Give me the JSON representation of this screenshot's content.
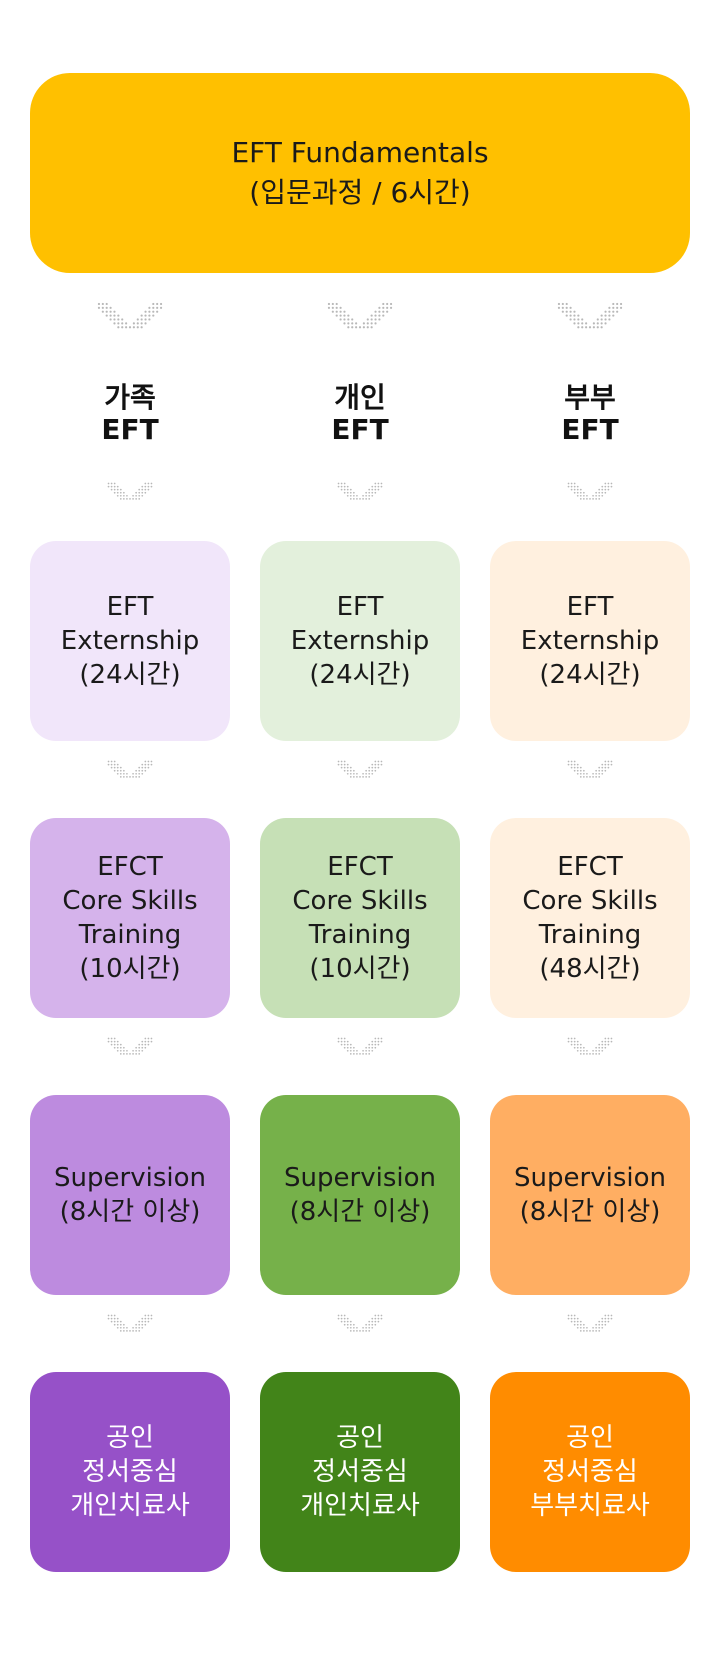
{
  "top_box": {
    "line1": "EFT Fundamentals",
    "line2": "(입문과정 / 6시간)",
    "color": "#FFC000"
  },
  "tracks": [
    {
      "heading": [
        "가족",
        "EFT"
      ],
      "stages": [
        {
          "lines": [
            "EFT",
            "Externship",
            "(24시간)"
          ],
          "color": "#F1E6FA"
        },
        {
          "lines": [
            "EFCT",
            "Core Skills",
            "Training",
            "(10시간)"
          ],
          "color": "#D5B3EB"
        },
        {
          "lines": [
            "Supervision",
            "(8시간 이상)"
          ],
          "color": "#BD8BDF"
        },
        {
          "lines": [
            "공인",
            "정서중심",
            "개인치료사"
          ],
          "color": "#9651C8",
          "text_color": "#FFFFFF"
        }
      ]
    },
    {
      "heading": [
        "개인",
        "EFT"
      ],
      "stages": [
        {
          "lines": [
            "EFT",
            "Externship",
            "(24시간)"
          ],
          "color": "#E3F0DC"
        },
        {
          "lines": [
            "EFCT",
            "Core Skills",
            "Training",
            "(10시간)"
          ],
          "color": "#C6E0B6"
        },
        {
          "lines": [
            "Supervision",
            "(8시간 이상)"
          ],
          "color": "#76B14A"
        },
        {
          "lines": [
            "공인",
            "정서중심",
            "개인치료사"
          ],
          "color": "#428419",
          "text_color": "#FFFFFF"
        }
      ]
    },
    {
      "heading": [
        "부부",
        "EFT"
      ],
      "stages": [
        {
          "lines": [
            "EFT",
            "Externship",
            "(24시간)"
          ],
          "color": "#FFF0DF"
        },
        {
          "lines": [
            "EFCT",
            "Core Skills",
            "Training",
            "(48시간)"
          ],
          "color": "#FFF0DF"
        },
        {
          "lines": [
            "Supervision",
            "(8시간 이상)"
          ],
          "color": "#FFAE62"
        },
        {
          "lines": [
            "공인",
            "정서중심",
            "부부치료사"
          ],
          "color": "#FF8C00",
          "text_color": "#FFFFFF"
        }
      ]
    }
  ],
  "arrow_color": "#B8B8B8"
}
